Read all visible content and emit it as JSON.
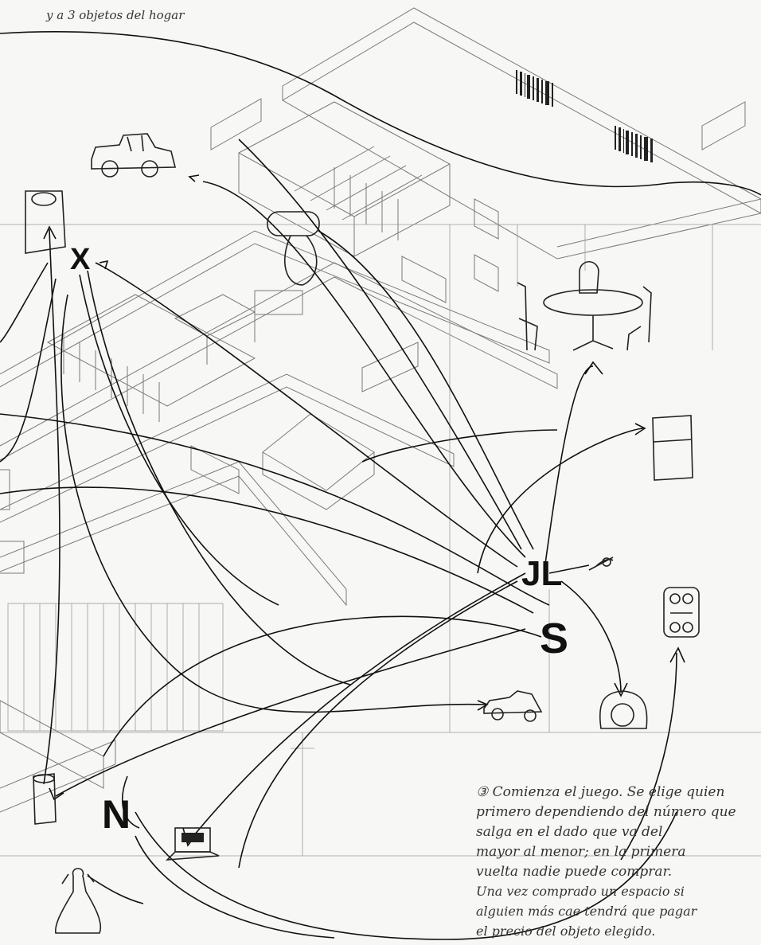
{
  "top_note": "y a 3 objetos del hogar",
  "markers": {
    "x_marker": "X",
    "jl_marker": "JL",
    "s_marker": "S",
    "n_marker": "N"
  },
  "rules_note": {
    "lines": [
      "③ Comienza el juego. Se elige quien",
      "primero dependiendo del número que",
      "salga en el dado que va del",
      "mayor al menor; en la primera",
      "vuelta nadie puede comprar.",
      "Una vez comprado un espacio si",
      "alguien más cae tendrá que pagar",
      "el precio del objeto elegido."
    ]
  },
  "colors": {
    "ink": "#111111",
    "pencil": "#7a7a7a",
    "paper": "#f7f7f5"
  }
}
